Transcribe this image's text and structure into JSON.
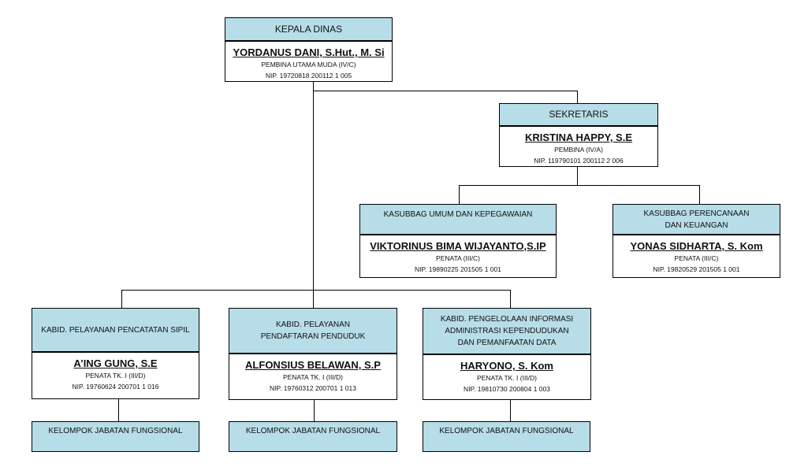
{
  "kepala": {
    "title": "KEPALA DINAS",
    "name": "YORDANUS DANI, S.Hut., M. Si",
    "rank": "PEMBINA UTAMA MUDA (IV/C)",
    "nip": "NIP. 19720818 200112 1 005"
  },
  "sekretaris": {
    "title": "SEKRETARIS",
    "name": "KRISTINA HAPPY, S.E",
    "rank": "PEMBINA (IV/A)",
    "nip": "NIP. 119790101 200112 2 006"
  },
  "kasubbag_umum": {
    "title": "KASUBBAG UMUM DAN KEPEGAWAIAN",
    "name": "VIKTORINUS BIMA WIJAYANTO,S.IP",
    "rank": "PENATA (III/C)",
    "nip": "NIP. 19890225 201505 1 001"
  },
  "kasubbag_perencanaan": {
    "title": "KASUBBAG PERENCANAAN DAN KEUANGAN",
    "name": "YONAS SIDHARTA, S. Kom",
    "rank": "PENATA (III/C)",
    "nip": "NIP. 19820529 201505 1 001"
  },
  "kabid_sipil": {
    "title": "KABID. PELAYANAN PENCATATAN SIPIL",
    "name": "A’ING GUNG, S.E",
    "rank": "PENATA TK. I (III/D)",
    "nip": "NIP. 19760624 200701 1 016"
  },
  "kabid_pendaftaran": {
    "title": "KABID. PELAYANAN PENDAFTARAN PENDUDUK",
    "name": "ALFONSIUS BELAWAN, S.P",
    "rank": "PENATA TK. I (III/D)",
    "nip": "NIP. 19760312 200701 1 013"
  },
  "kabid_informasi": {
    "title": "KABID. PENGELOLAAN INFORMASI ADMINISTRASI KEPENDUDUKAN DAN PEMANFAATAN DATA",
    "name": "HARYONO, S. Kom",
    "rank": "PENATA TK. I (III/D)",
    "nip": "NIP. 19810730 200804 1 003"
  },
  "fungsional": [
    "KELOMPOK JABATAN FUNGSIONAL",
    "KELOMPOK JABATAN FUNGSIONAL",
    "KELOMPOK JABATAN FUNGSIONAL"
  ]
}
